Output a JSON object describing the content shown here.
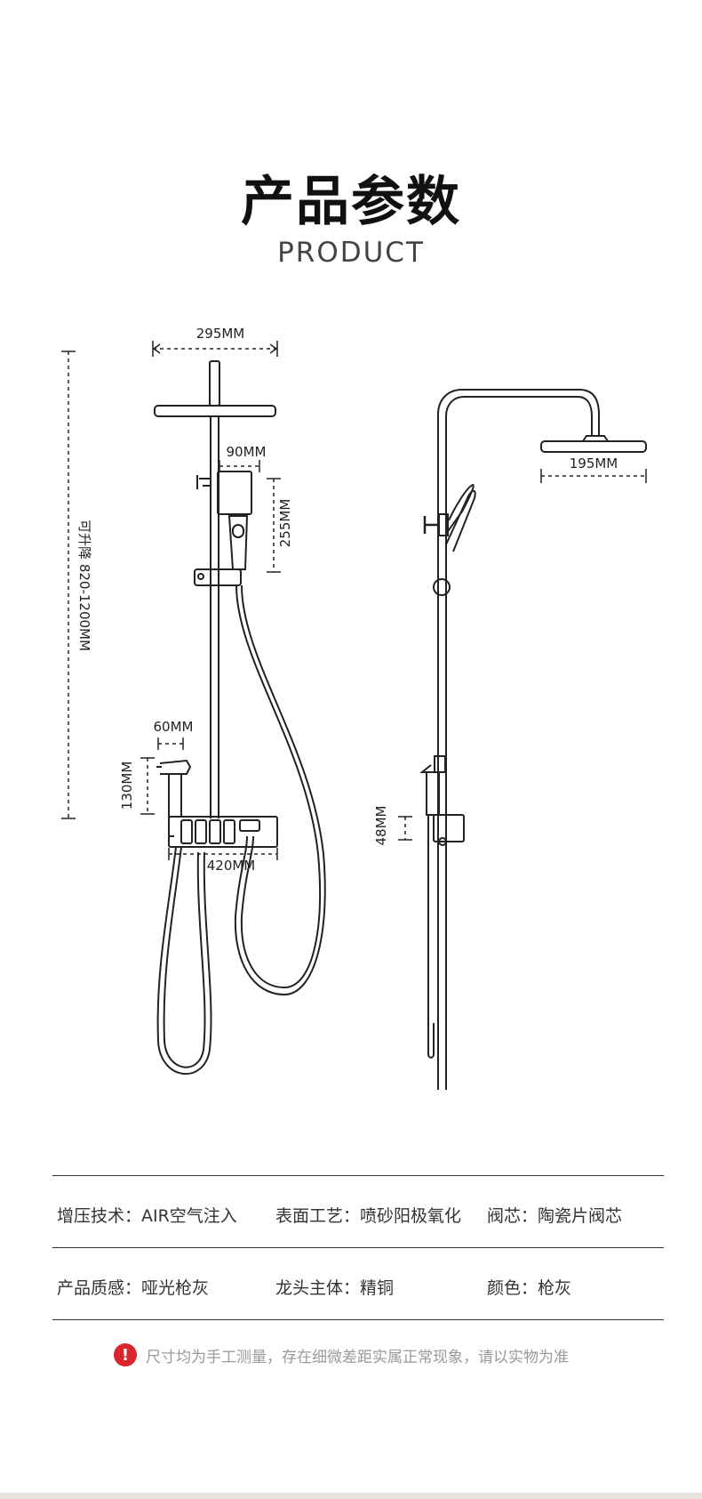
{
  "header": {
    "title": "产品参数",
    "subtitle": "PRODUCT"
  },
  "diagram": {
    "dimensions": {
      "head_width": "295MM",
      "height_range": "可升降 820-1200MM",
      "handshower_width": "90MM",
      "handshower_height": "255MM",
      "spray_width": "60MM",
      "spray_height": "130MM",
      "shelf_width": "420MM",
      "side_head_width": "195MM",
      "side_holder_height": "48MM"
    }
  },
  "specs": {
    "row1": [
      "增压技术：AIR空气注入",
      "表面工艺：喷砂阳极氧化",
      "阀芯：陶瓷片阀芯"
    ],
    "row2": [
      "产品质感：哑光枪灰",
      "龙头主体：精铜",
      "颜色：枪灰"
    ]
  },
  "note": {
    "icon": "!",
    "text": "尺寸均为手工测量，存在细微差距实属正常现象，请以实物为准"
  },
  "colors": {
    "line": "#222222",
    "warning": "#d8262c",
    "note_text": "#9a9a9a"
  }
}
